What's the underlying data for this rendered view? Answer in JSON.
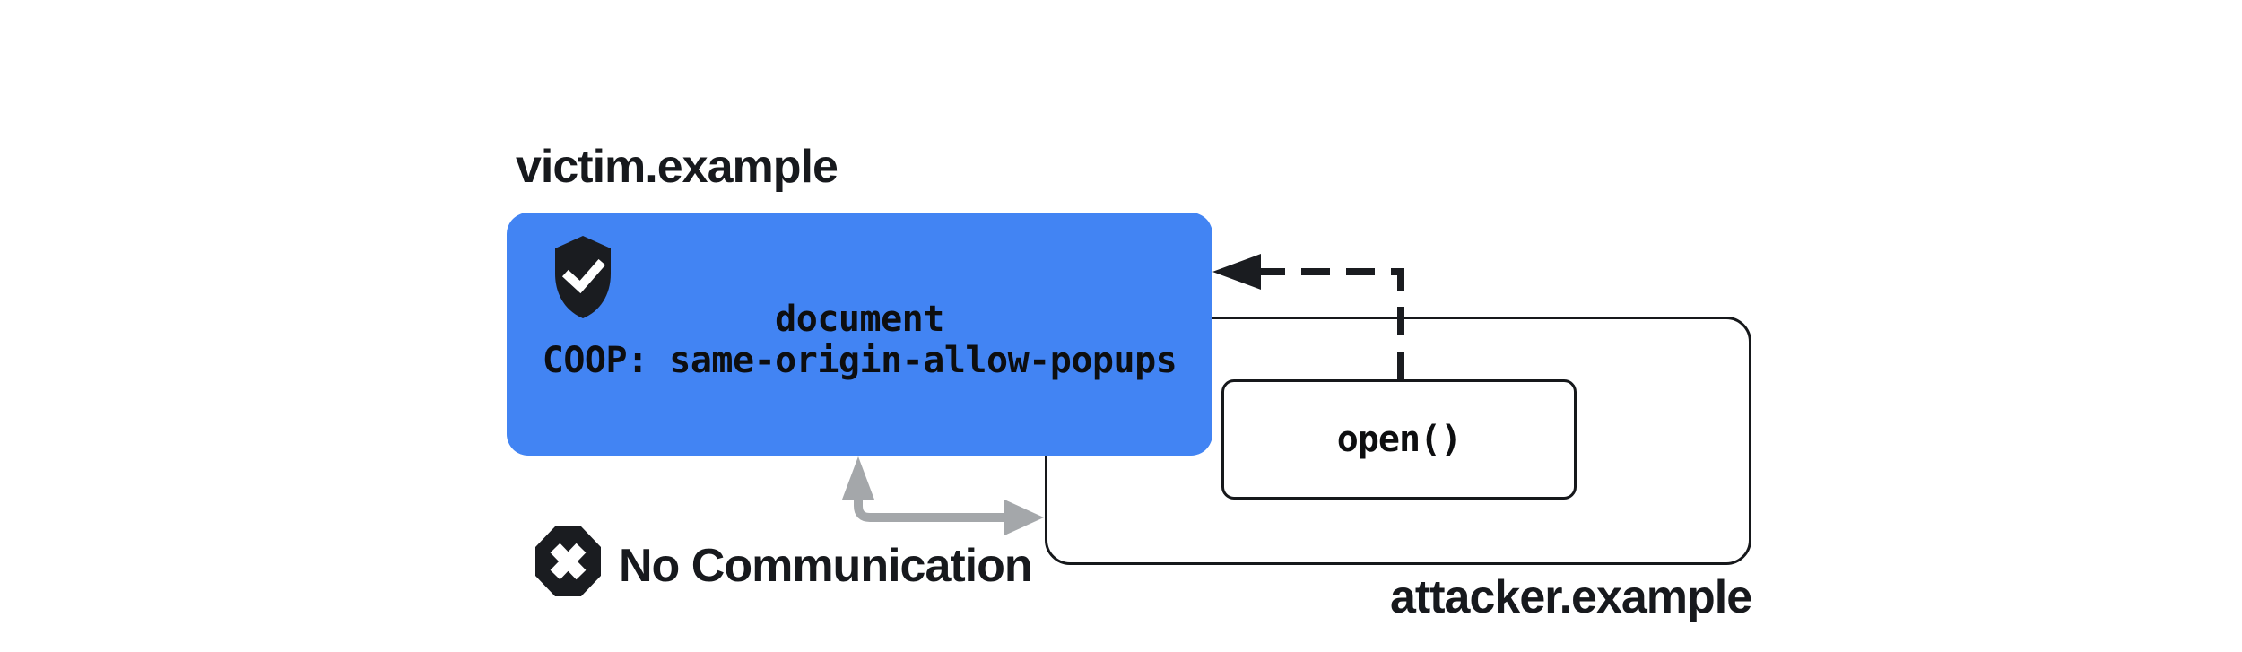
{
  "diagram": {
    "title_context": "COOP same-origin-allow-popups diagram",
    "victim": {
      "domain_label": "victim.example",
      "document_label": "document",
      "coop_header": "COOP: same-origin-allow-popups"
    },
    "attacker": {
      "domain_label": "attacker.example",
      "open_call_label": "open()"
    },
    "no_communication": {
      "label": "No Communication"
    },
    "icons": {
      "shield_check": "shield-check-icon",
      "blocked_x": "blocked-x-octagon-icon",
      "dashed_open_arrow": "open-popup-dashed-arrow",
      "gray_blocked_arrow": "no-communication-arrow"
    },
    "colors": {
      "victim_box_fill": "#4284f3",
      "ink_black": "#1a1c20",
      "label_text": "#17191d",
      "code_text": "#0d0e10",
      "gray_arrow": "#a4a7aa",
      "background": "#ffffff",
      "icon_glyph_white": "#ffffff"
    }
  }
}
